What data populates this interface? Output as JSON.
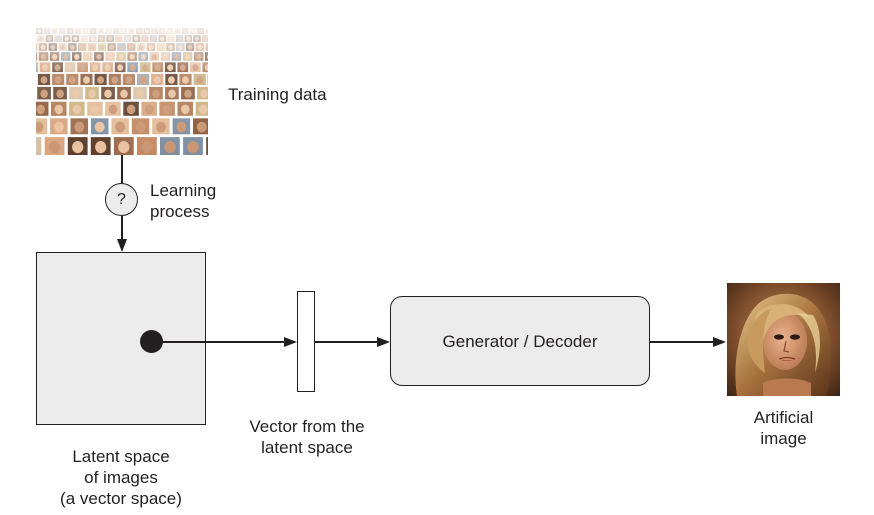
{
  "diagram": {
    "training_data_label": "Training data",
    "learning_process_label": [
      "Learning",
      "process"
    ],
    "question_mark": "?",
    "latent_space_label": [
      "Latent space",
      "of images",
      "(a vector space)"
    ],
    "vector_label": [
      "Vector from the",
      "latent space"
    ],
    "generator_label": "Generator / Decoder",
    "artificial_image_label": [
      "Artificial",
      "image"
    ]
  },
  "colors": {
    "stroke": "#231f20",
    "box_fill": "#ececec",
    "background": "#ffffff"
  }
}
